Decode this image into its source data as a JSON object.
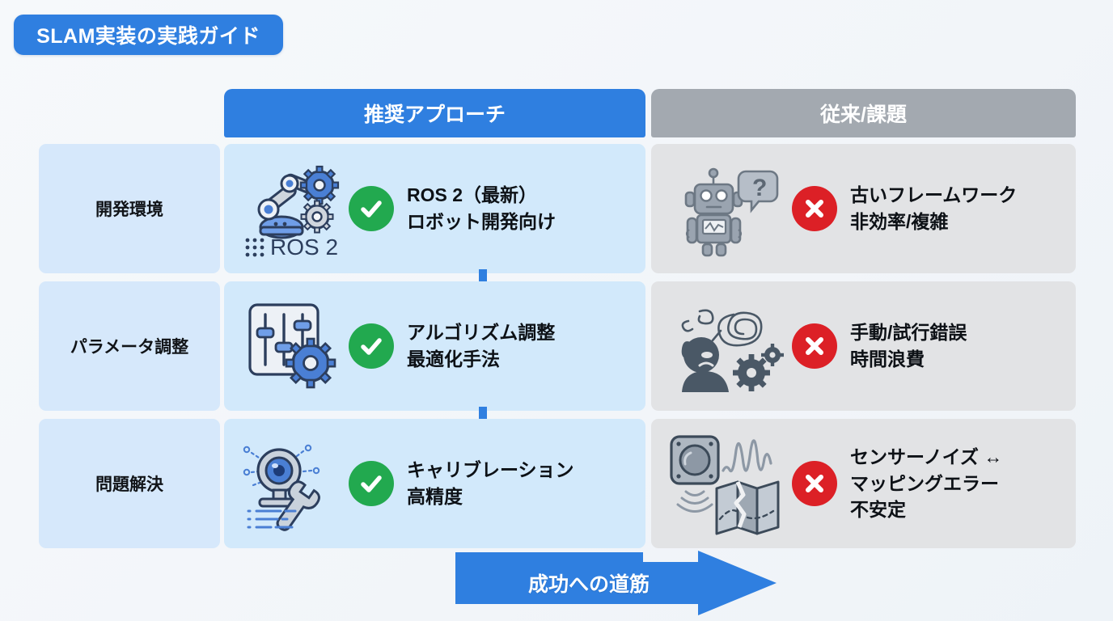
{
  "title": {
    "text": "SLAM実装の実践ガイド"
  },
  "columns": [
    {
      "label": "推奨アプローチ",
      "color": "#2f7fe0"
    },
    {
      "label": "従来/課題",
      "color": "#a3a9b0"
    }
  ],
  "rows": [
    {
      "label": "開発環境",
      "good": {
        "icon": "ros2-robot-arm-icon",
        "icon_caption": "ROS 2",
        "mark": "check-circle-icon",
        "mark_color": "#22a94f",
        "lines": [
          "ROS 2（最新）",
          "ロボット開発向け"
        ]
      },
      "bad": {
        "icon": "confused-robot-icon",
        "mark": "x-circle-icon",
        "mark_color": "#dc2026",
        "lines": [
          "古いフレームワーク",
          "非効率/複雑"
        ]
      }
    },
    {
      "label": "パラメータ調整",
      "good": {
        "icon": "sliders-gear-icon",
        "icon_caption": "",
        "mark": "check-circle-icon",
        "mark_color": "#22a94f",
        "lines": [
          "アルゴリズム調整",
          "最適化手法"
        ]
      },
      "bad": {
        "icon": "frustrated-person-gears-icon",
        "mark": "x-circle-icon",
        "mark_color": "#dc2026",
        "lines": [
          "手動/試行錯誤",
          "時間浪費"
        ]
      }
    },
    {
      "label": "問題解決",
      "good": {
        "icon": "camera-wrench-calibration-icon",
        "icon_caption": "",
        "mark": "check-circle-icon",
        "mark_color": "#22a94f",
        "lines": [
          "キャリブレーション",
          "高精度"
        ]
      },
      "bad": {
        "icon": "sensor-noise-broken-map-icon",
        "mark": "x-circle-icon",
        "mark_color": "#dc2026",
        "lines": [
          "センサーノイズ ↔",
          "マッピングエラー",
          "不安定"
        ]
      }
    }
  ],
  "connectors": [
    {
      "name": "down-arrow-icon",
      "color": "#2f7fe0"
    },
    {
      "name": "down-arrow-icon",
      "color": "#2f7fe0"
    }
  ],
  "footer": {
    "arrow_label": "成功への道筋",
    "arrow_color": "#2f7fe0"
  },
  "palette": {
    "background": "#f4f7fa",
    "good_cell": "#d2e9fb",
    "bad_cell": "#e2e3e5",
    "row_label_cell": "#d6e8fb",
    "accent_blue": "#2f7fe0",
    "gray_header": "#a3a9b0",
    "green": "#22a94f",
    "red": "#dc2026"
  }
}
